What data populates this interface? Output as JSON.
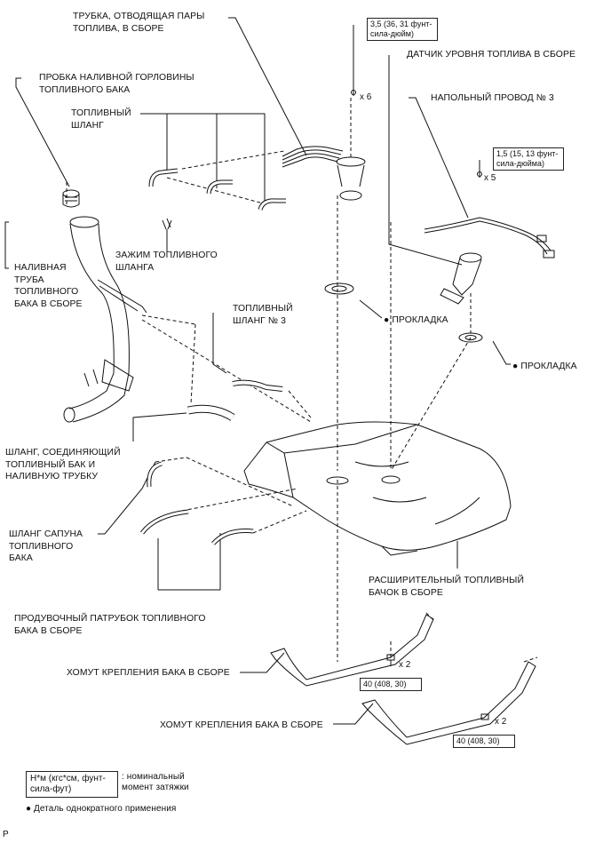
{
  "labels": {
    "vapor_tube": "ТРУБКА, ОТВОДЯЩАЯ ПАРЫ\nТОПЛИВА, В СБОРЕ",
    "filler_cap": "ПРОБКА НАЛИВНОЙ ГОРЛОВИНЫ\nТОПЛИВНОГО БАКА",
    "fuel_hose": "ТОПЛИВНЫЙ\nШЛАНГ",
    "hose_clamp": "ЗАЖИМ ТОПЛИВНОГО\nШЛАНГА",
    "filler_pipe": "НАЛИВНАЯ\nТРУБА\nТОПЛИВНОГО\nБАКА В СБОРЕ",
    "fuel_hose_3": "ТОПЛИВНЫЙ\nШЛАНГ № 3",
    "gasket_1": "● ПРОКЛАДКА",
    "gasket_2": "● ПРОКЛАДКА",
    "sender_gauge": "ДАТЧИК УРОВНЯ ТОПЛИВА В СБОРЕ",
    "floor_wire": "НАПОЛЬНЫЙ ПРОВОД № 3",
    "connecting_hose": "ШЛАНГ, СОЕДИНЯЮЩИЙ\nТОПЛИВНЫЙ БАК И\nНАЛИВНУЮ ТРУБКУ",
    "breather_hose": "ШЛАНГ САПУНА\nТОПЛИВНОГО\nБАКА",
    "tank_assy": "РАСШИРИТЕЛЬНЫЙ ТОПЛИВНЫЙ\nБАЧОК В СБОРЕ",
    "purge_pipe": "ПРОДУВОЧНЫЙ ПАТРУБОК ТОПЛИВНОГО\nБАКА В СБОРЕ",
    "band_1": "ХОМУТ КРЕПЛЕНИЯ БАКА В СБОРЕ",
    "band_2": "ХОМУТ КРЕПЛЕНИЯ БАКА В СБОРЕ"
  },
  "torques": {
    "vapor_tube_screw": "3,5 (36, 31 фунт-\nсила-дюйм)",
    "sender_screw": "1,5 (15, 13 фунт-\nсила-дюйма)",
    "band_1_bolt": "40 (408, 30)",
    "band_2_bolt": "40 (408, 30)"
  },
  "quantities": {
    "vapor_tube_screw": "x 6",
    "sender_screw": "x 5",
    "band_1_bolt": "x 2",
    "band_2_bolt": "x 2"
  },
  "legend": {
    "torque_unit": "Н*м (кгс*см, фунт-\nсила-фут)",
    "torque_desc": ": номинальный\nмомент затяжки",
    "single_use": "● Деталь однократного применения"
  },
  "corner_mark": "P"
}
